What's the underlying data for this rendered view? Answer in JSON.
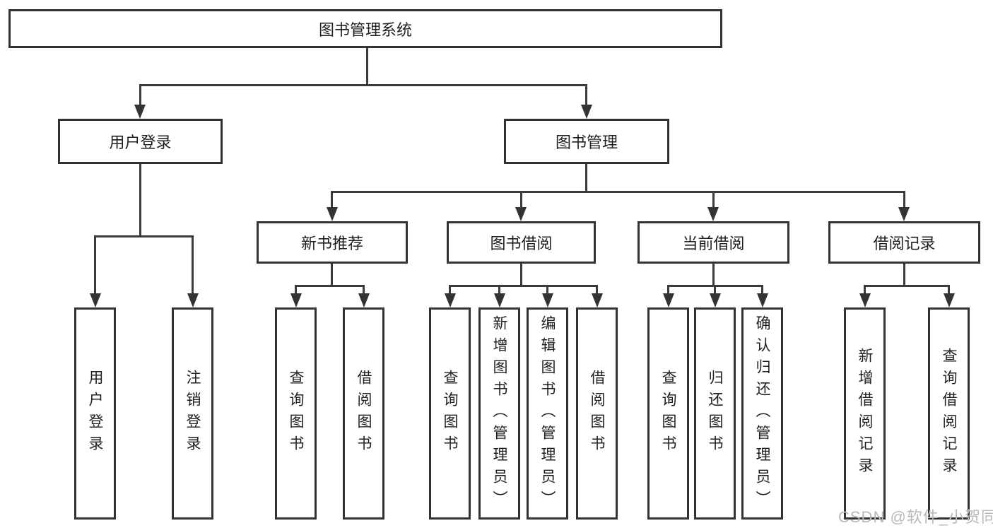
{
  "diagram": {
    "root": {
      "label": "图书管理系统"
    },
    "user_login": {
      "label": "用户登录",
      "children": [
        "用户登录",
        "注销登录"
      ]
    },
    "book_management": {
      "label": "图书管理",
      "sections": {
        "new_book": {
          "label": "新书推荐",
          "children": [
            "查询图书",
            "借阅图书"
          ]
        },
        "book_borrow": {
          "label": "图书借阅",
          "children": [
            "查询图书",
            "新增图书（管理员）",
            "编辑图书（管理员）",
            "借阅图书"
          ]
        },
        "current_borrow": {
          "label": "当前借阅",
          "children": [
            "查询图书",
            "归还图书",
            "确认归还（管理员）"
          ]
        },
        "borrow_records": {
          "label": "借阅记录",
          "children": [
            "新增借阅记录",
            "查询借阅记录"
          ]
        }
      }
    },
    "watermark": "CSDN @软件_小贺同学",
    "colors": {
      "line": "#333333",
      "text": "#1f1f1f",
      "watermark": "#b8b8b8",
      "background": "#ffffff"
    }
  }
}
